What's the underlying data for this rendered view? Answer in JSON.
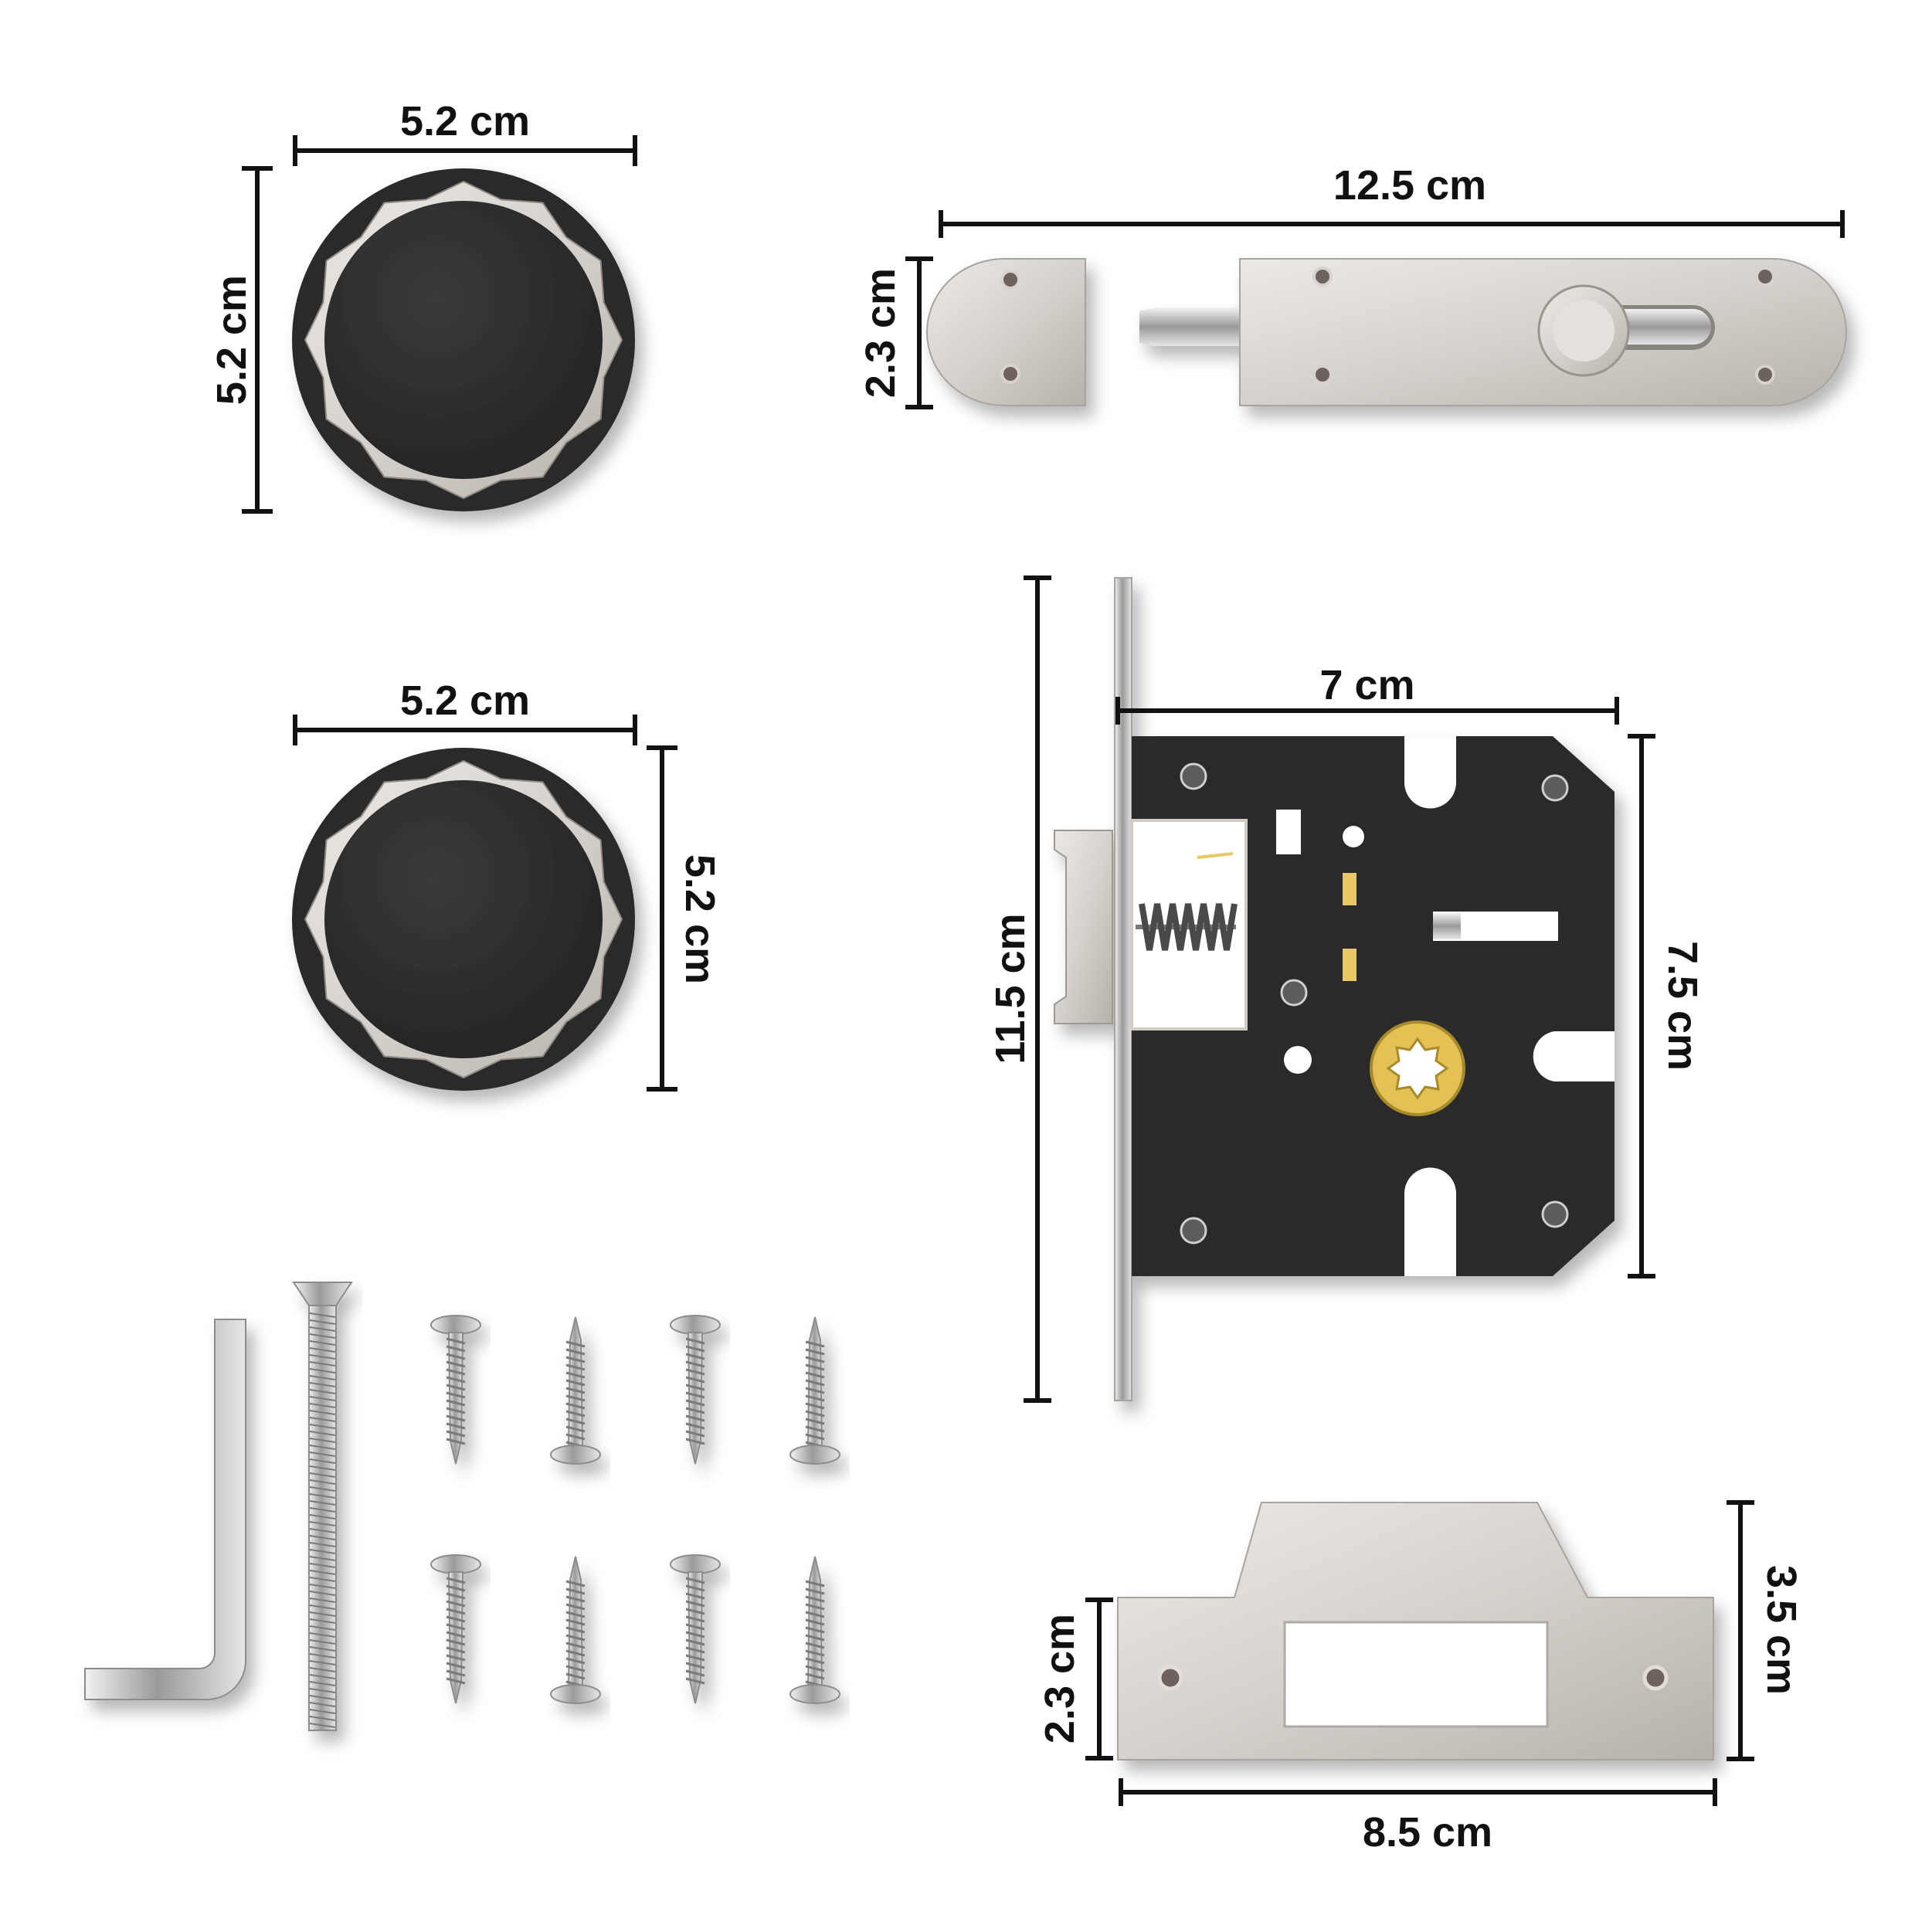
{
  "colors": {
    "background": "#ffffff",
    "satin_nickel": "#d9d4cf",
    "satin_nickel_dark": "#b9b3ad",
    "knob_black": "#2b2b2b",
    "lock_body_black": "#2a2a2a",
    "brass": "#d9b64a",
    "dimension_line": "#111111"
  },
  "components": {
    "knob_top": {
      "icon": "rose-knob-icon",
      "width_label": "5.2 cm",
      "height_label": "5.2 cm"
    },
    "knob_middle": {
      "icon": "rose-knob-icon",
      "width_label": "5.2 cm",
      "height_label": "5.2 cm"
    },
    "tower_bolt": {
      "icon": "tower-bolt-icon",
      "length_label": "12.5 cm",
      "height_label": "2.3 cm"
    },
    "mortise_lock": {
      "icon": "mortise-lock-body-icon",
      "height_label": "11.5 cm",
      "body_width_label": "7 cm",
      "body_height_label": "7.5 cm"
    },
    "strike_plate": {
      "icon": "strike-plate-icon",
      "width_label": "8.5 cm",
      "plate_height_label": "2.3 cm",
      "total_height_label": "3.5 cm"
    },
    "accessories": {
      "allen_key_icon": "allen-key-icon",
      "spindle_icon": "connecting-screw-icon",
      "wood_screw_icon": "wood-screw-icon",
      "wood_screw_count": 8
    }
  }
}
